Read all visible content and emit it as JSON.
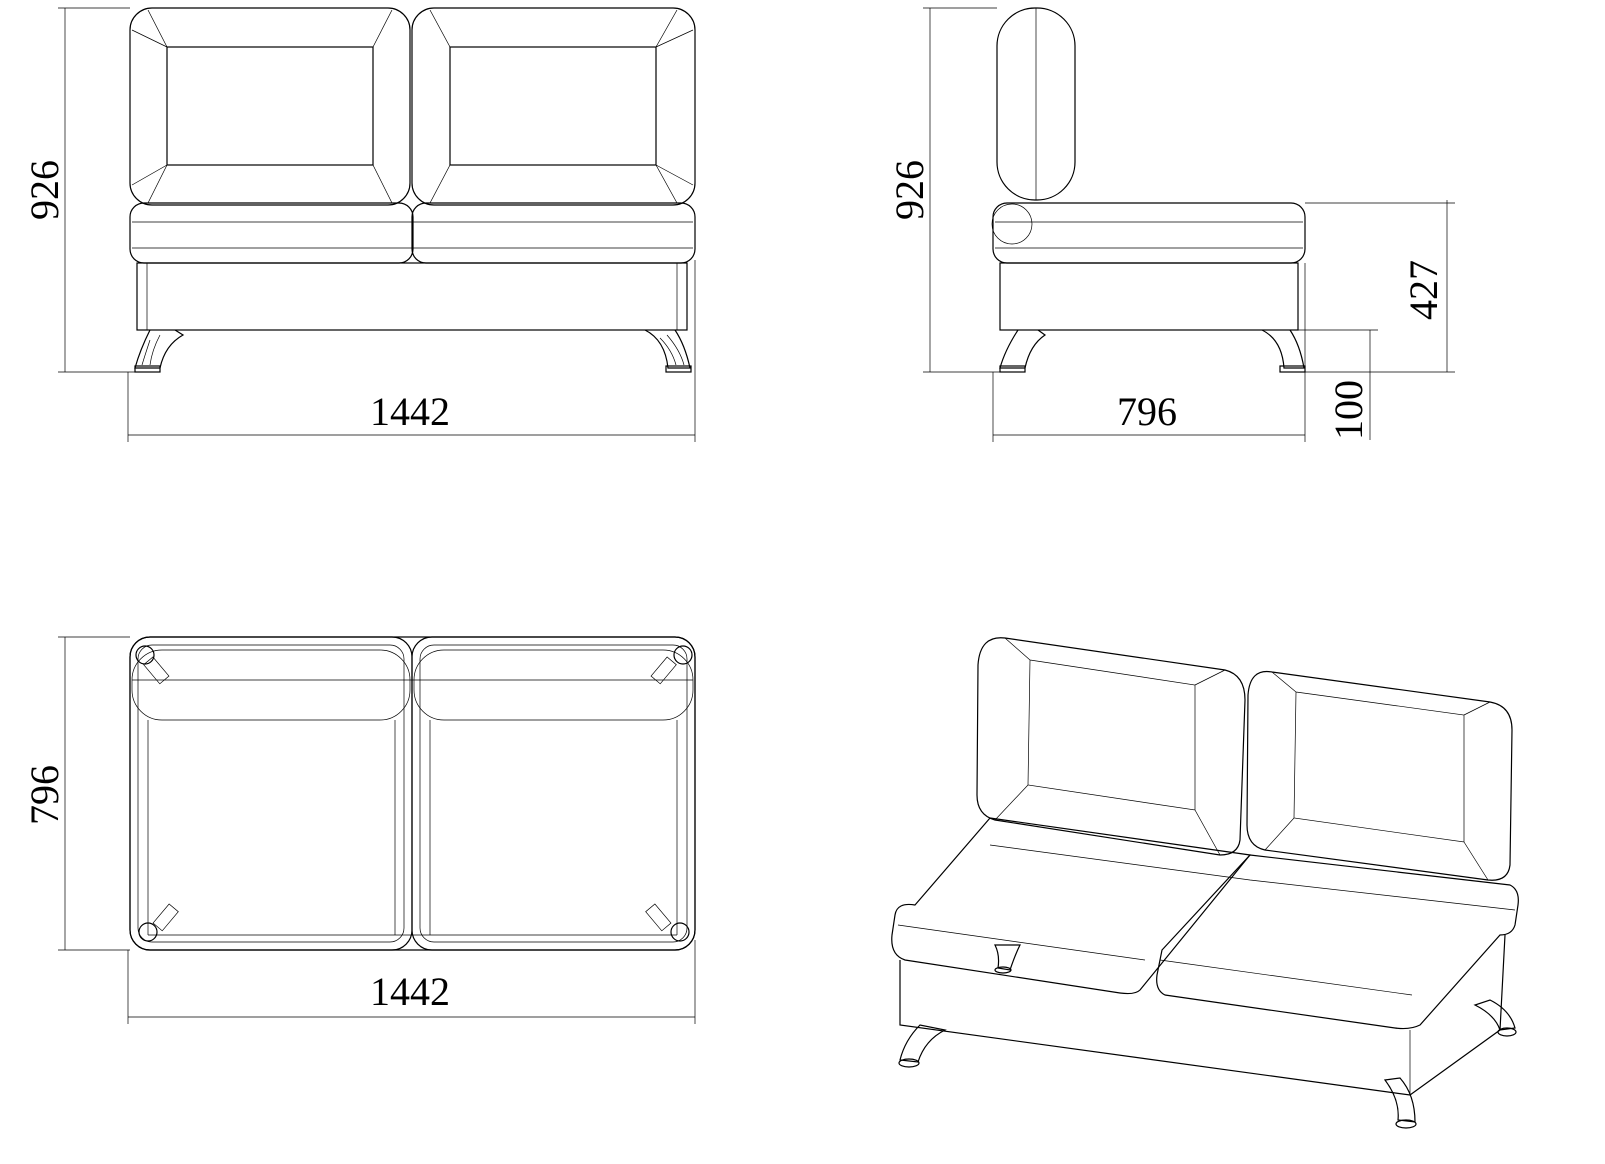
{
  "drawing": {
    "front_view": {
      "height_label": "926",
      "width_label": "1442"
    },
    "side_view": {
      "height_label": "926",
      "seat_height_label": "427",
      "depth_label": "796",
      "leg_height_label": "100"
    },
    "top_view": {
      "depth_label": "796",
      "width_label": "1442"
    },
    "colors": {
      "line": "#000000",
      "background": "#ffffff"
    }
  }
}
